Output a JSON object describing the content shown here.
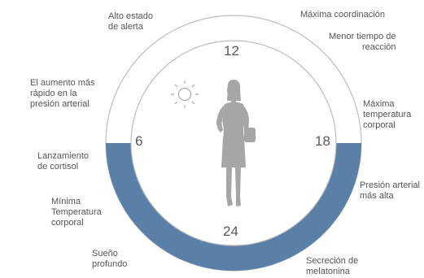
{
  "clock": {
    "hour_top": "12",
    "hour_left": "6",
    "hour_right": "18",
    "hour_bottom": "24"
  },
  "labels": {
    "alto_estado_alerta": "Alto estado\nde alerta",
    "maxima_coordinacion": "Máxima coordinación",
    "menor_tiempo_reaccion": "Menor tiempo de\nreacción",
    "aumento_presion": "El aumento más\nrápido en la\npresión arterial",
    "maxima_temperatura": "Máxima\ntemperatura\ncorporal",
    "lanzamiento_cortisol": "Lanzamiento\nde cortisol",
    "presion_arterial_alta": "Presión arterial\nmás alta",
    "minima_temperatura": "Mínima\nTemperatura\ncorporal",
    "sueno_profundo": "Sueño\nprofundo",
    "secrecion_melatonina": "Secreción de\nmelatonina"
  },
  "colors": {
    "night_band": "#5a80a8",
    "ring_outline": "#bdbdbd",
    "silhouette": "#a6a6a6",
    "sun": "#9a9a9a",
    "moon": "#8a8a8a"
  },
  "icons": [
    "sun-icon",
    "moon-icon",
    "woman-silhouette"
  ]
}
